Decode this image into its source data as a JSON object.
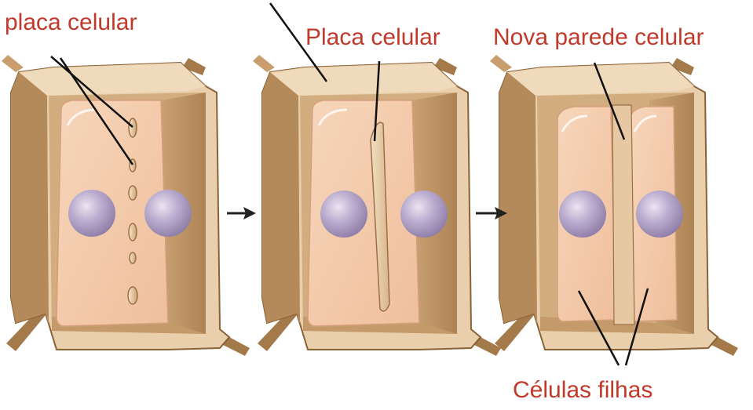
{
  "labels": {
    "vesicles": "placa celular",
    "cell_plate": "Placa celular",
    "new_wall": "Nova parede celular",
    "daughter_cells": "Células filhas"
  },
  "colors": {
    "label_text": "#c0392b",
    "cell_wall_light": "#ecd2b0",
    "cell_wall_dark": "#8a6238",
    "cytoplasm": "#f2c6a4",
    "nucleus": "#b7a7c7",
    "arrow": "#222222",
    "leader_line": "#111111"
  },
  "icons": {
    "arrow_1": "right-arrow-icon",
    "arrow_2": "right-arrow-icon"
  }
}
